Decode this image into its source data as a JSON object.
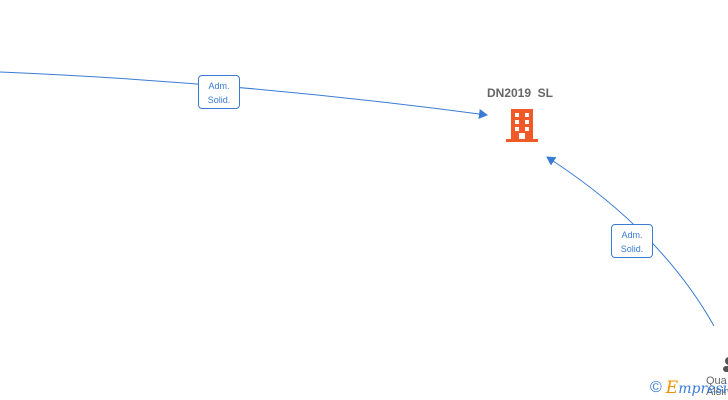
{
  "company": {
    "name": "DN2019  SL",
    "icon": "building-icon",
    "icon_color": "#f05a28"
  },
  "edges": [
    {
      "role_line1": "Adm.",
      "role_line2": "Solid."
    },
    {
      "role_line1": "Adm.",
      "role_line2": "Solid."
    }
  ],
  "partial_person": {
    "line1": "Qua",
    "line2": "Alsin"
  },
  "watermark": {
    "symbol": "©",
    "brand_first": "E",
    "brand_rest": "mpresia"
  },
  "colors": {
    "edge": "#3a7bd5",
    "label_text": "#666666"
  }
}
